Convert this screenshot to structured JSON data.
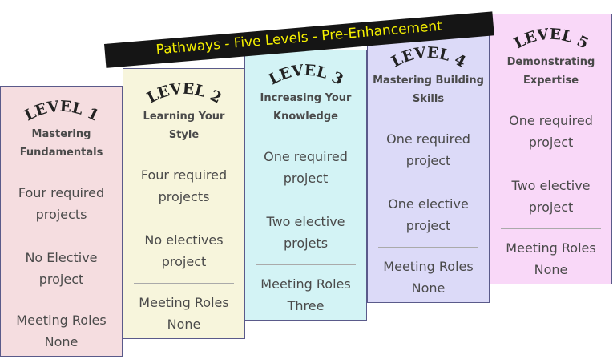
{
  "title": "Pathways - Five Levels - Pre-Enhancement",
  "levels": [
    {
      "heading": "LEVEL 1",
      "subtitle": [
        "Mastering",
        "Fundamentals"
      ],
      "req": [
        "Four required",
        "projects"
      ],
      "elective": [
        "No Elective",
        "project"
      ],
      "roles": [
        "Meeting Roles",
        "None"
      ],
      "color": "#f5dde0"
    },
    {
      "heading": "LEVEL 2",
      "subtitle": [
        "Learning Your",
        "Style"
      ],
      "req": [
        "Four required",
        "projects"
      ],
      "elective": [
        "No electives",
        "project"
      ],
      "roles": [
        "Meeting Roles",
        "None"
      ],
      "color": "#f7f5dc"
    },
    {
      "heading": "LEVEL 3",
      "subtitle": [
        "Increasing Your",
        "Knowledge"
      ],
      "req": [
        "One required",
        "project"
      ],
      "elective": [
        "Two elective",
        "projets"
      ],
      "roles": [
        "Meeting Roles",
        "Three"
      ],
      "color": "#d3f3f5"
    },
    {
      "heading": "LEVEL 4",
      "subtitle": [
        "Mastering Building",
        "Skills"
      ],
      "req": [
        "One required",
        "project"
      ],
      "elective": [
        "One elective",
        "project"
      ],
      "roles": [
        "Meeting Roles",
        "None"
      ],
      "color": "#dcdaf8"
    },
    {
      "heading": "LEVEL 5",
      "subtitle": [
        "Demonstrating",
        "Expertise"
      ],
      "req": [
        "One required",
        "project"
      ],
      "elective": [
        "Two elective",
        "project"
      ],
      "roles": [
        "Meeting Roles",
        "None"
      ],
      "color": "#f9d8f8"
    }
  ]
}
